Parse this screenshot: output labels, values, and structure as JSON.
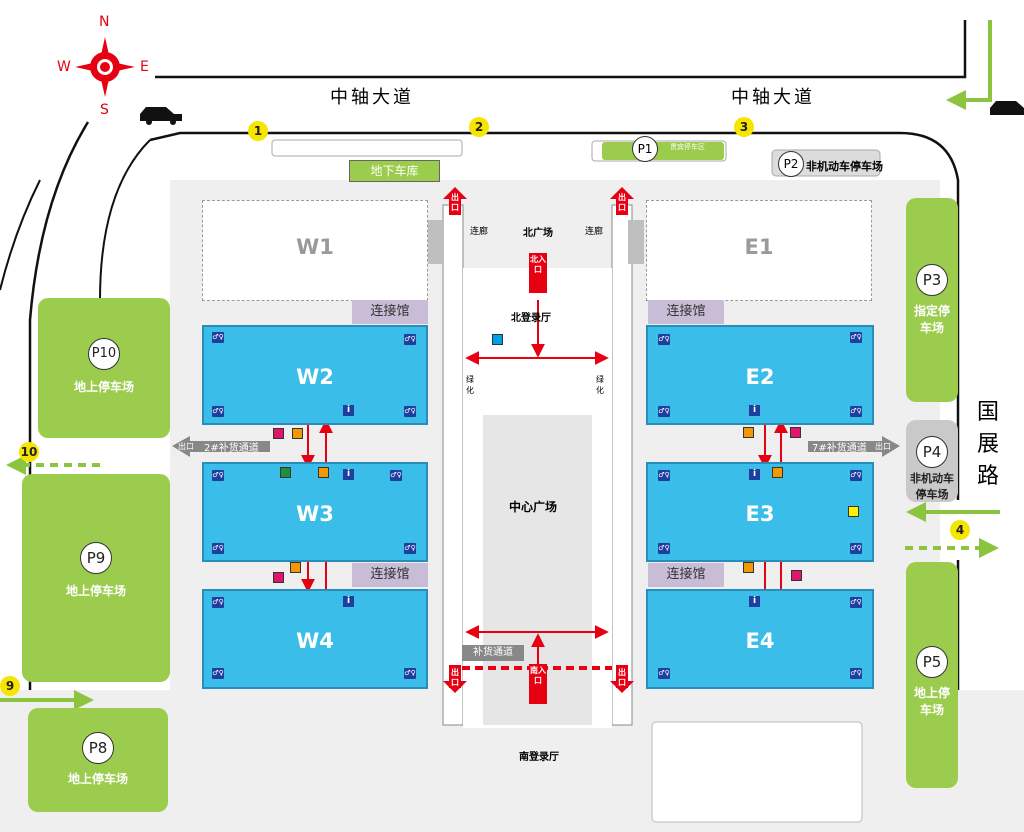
{
  "compass": {
    "n": "N",
    "s": "S",
    "e": "E",
    "w": "W"
  },
  "roads": {
    "north_left": "中轴大道",
    "north_right": "中轴大道",
    "east": [
      "国",
      "展",
      "路"
    ]
  },
  "gates": [
    "1",
    "2",
    "3",
    "4",
    "9",
    "10"
  ],
  "garage": "地下车库",
  "parking": {
    "p1": {
      "num": "P1",
      "label": "贵宾停车区"
    },
    "p2": {
      "num": "P2",
      "label": "非机动车停车场"
    },
    "p3": {
      "num": "P3",
      "label": "指定停车场"
    },
    "p4": {
      "num": "P4",
      "label": "非机动车停车场"
    },
    "p5": {
      "num": "P5",
      "label": "地上停车场"
    },
    "p8": {
      "num": "P8",
      "label": "地上停车场"
    },
    "p9": {
      "num": "P9",
      "label": "地上停车场"
    },
    "p10": {
      "num": "P10",
      "label": "地上停车场"
    }
  },
  "halls": {
    "w1": "W1",
    "w2": "W2",
    "w3": "W3",
    "w4": "W4",
    "e1": "E1",
    "e2": "E2",
    "e3": "E3",
    "e4": "E4"
  },
  "connectors": {
    "label": "连接馆"
  },
  "plazas": {
    "north": "北广场",
    "center": "中心广场",
    "north_hall": "北登录厅",
    "south_hall": "南登录厅"
  },
  "corridor": "连廊",
  "green": "绿化",
  "supply": {
    "west": "2#补货通道",
    "east": "7#补货通道",
    "south": "补货通道"
  },
  "entrances": {
    "north": "北入口",
    "south": "南入口",
    "exit": "出口",
    "exit_side": "出口"
  },
  "colors": {
    "hall": "#3bbde9",
    "parking": "#9ccc4e",
    "arrow": "#e60012",
    "gate": "#f6e500",
    "connector": "#c9bcd6",
    "wc": "#1f3f9f"
  }
}
